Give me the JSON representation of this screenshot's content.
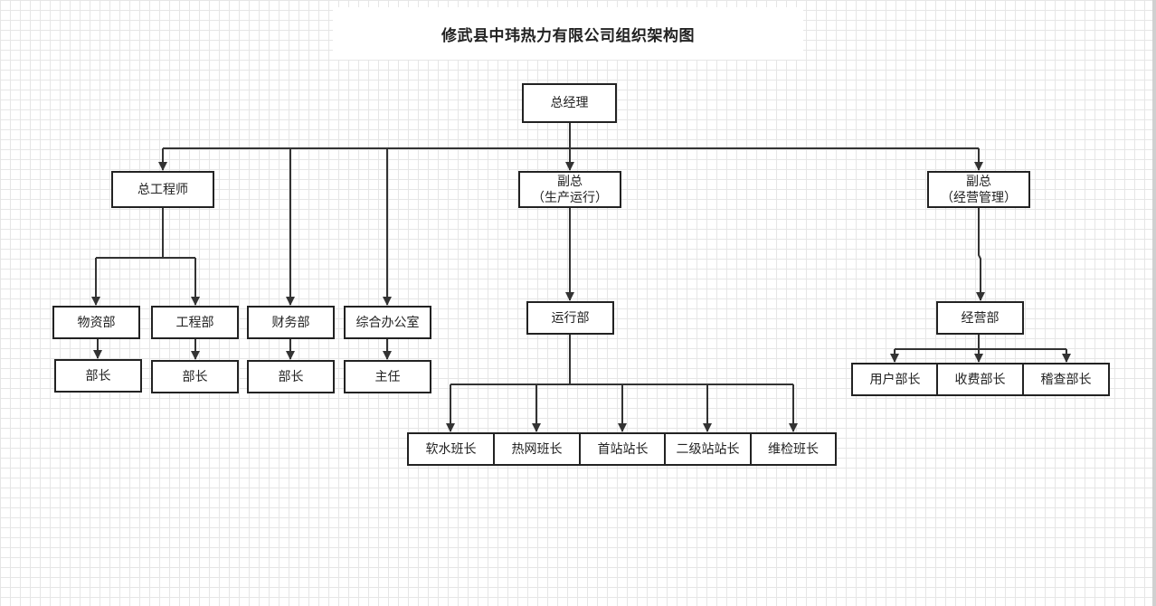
{
  "title": "修武县中玮热力有限公司组织架构图",
  "nodes": {
    "gm": "总经理",
    "chief_engineer": "总工程师",
    "deputy_prod": {
      "line1": "副总",
      "line2": "（生产运行）"
    },
    "deputy_ops": {
      "line1": "副总",
      "line2": "（经营管理）"
    },
    "materials": "物资部",
    "engineering": "工程部",
    "finance": "财务部",
    "general_office": "综合办公室",
    "operations": "运行部",
    "business": "经营部",
    "materials_head": "部长",
    "engineering_head": "部长",
    "finance_head": "部长",
    "office_head": "主任",
    "soft_water": "软水班长",
    "heat_network": "热网班长",
    "first_station": "首站站长",
    "secondary_station": "二级站站长",
    "maintenance": "维检班长",
    "customer_head": "用户部长",
    "billing_head": "收费部长",
    "inspection_head": "稽查部长"
  }
}
